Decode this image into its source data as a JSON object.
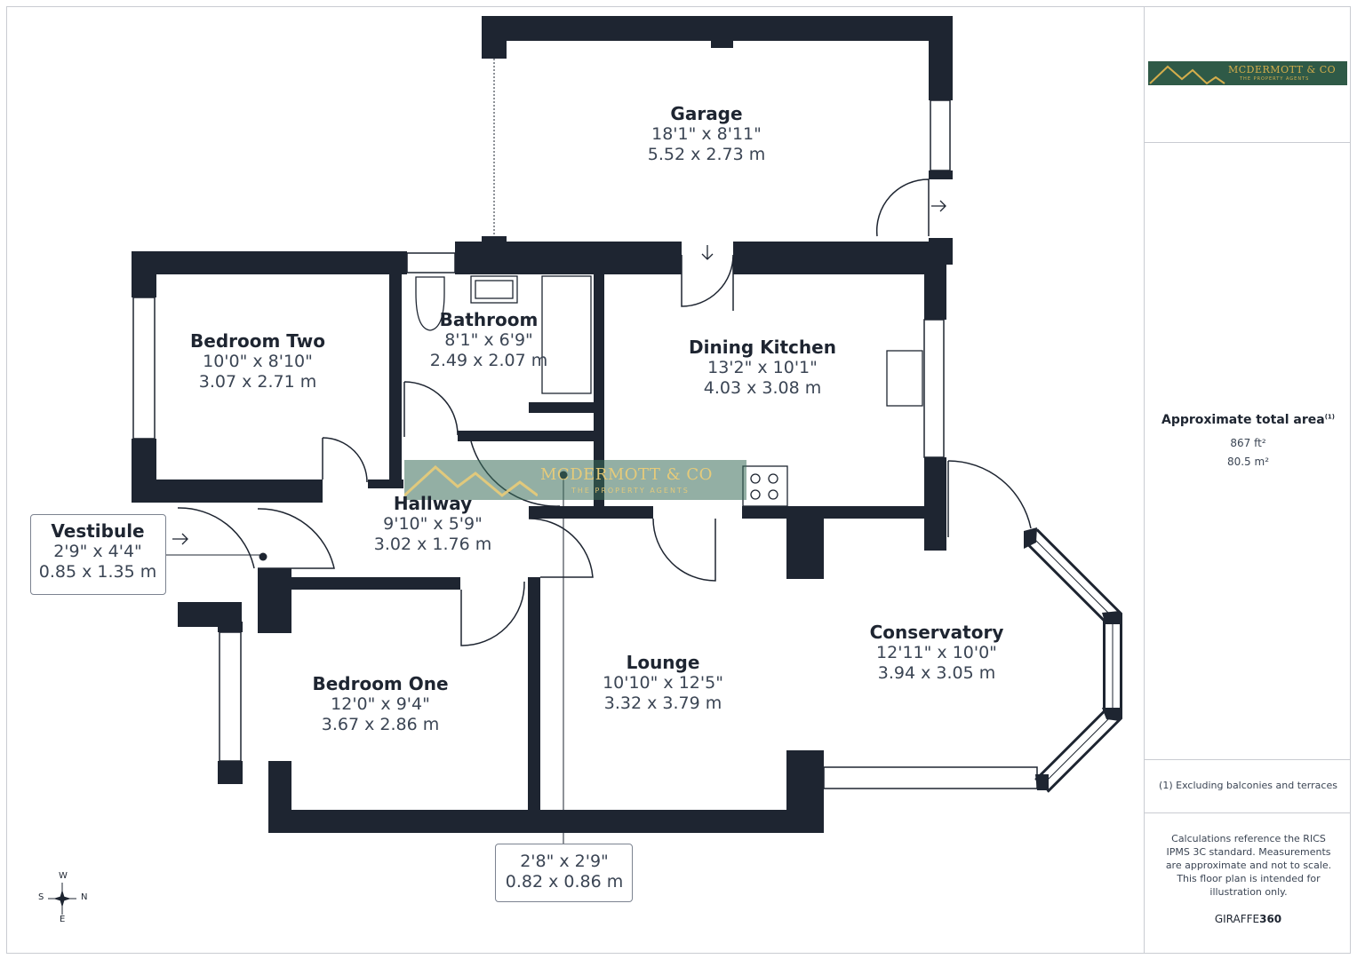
{
  "rooms": {
    "garage": {
      "name": "Garage",
      "imperial": "18'1\" x 8'11\"",
      "metric": "5.52 x 2.73 m"
    },
    "bedroom_two": {
      "name": "Bedroom Two",
      "imperial": "10'0\" x 8'10\"",
      "metric": "3.07 x 2.71 m"
    },
    "bathroom": {
      "name": "Bathroom",
      "imperial": "8'1\" x 6'9\"",
      "metric": "2.49 x 2.07 m"
    },
    "dining_kitchen": {
      "name": "Dining Kitchen",
      "imperial": "13'2\" x 10'1\"",
      "metric": "4.03 x 3.08 m"
    },
    "hallway": {
      "name": "Hallway",
      "imperial": "9'10\" x 5'9\"",
      "metric": "3.02 x 1.76 m"
    },
    "vestibule": {
      "name": "Vestibule",
      "imperial": "2'9\" x 4'4\"",
      "metric": "0.85 x 1.35 m"
    },
    "conservatory": {
      "name": "Conservatory",
      "imperial": "12'11\" x 10'0\"",
      "metric": "3.94 x 3.05 m"
    },
    "lounge": {
      "name": "Lounge",
      "imperial": "10'10\" x 12'5\"",
      "metric": "3.32 x 3.79 m"
    },
    "bedroom_one": {
      "name": "Bedroom One",
      "imperial": "12'0\" x 9'4\"",
      "metric": "3.67 x 2.86 m"
    },
    "cupboard": {
      "imperial": "2'8\" x 2'9\"",
      "metric": "0.82 x 0.86 m"
    }
  },
  "logo": {
    "name": "MCDERMOTT & CO",
    "tagline": "THE PROPERTY AGENTS"
  },
  "watermark": {
    "name": "MCDERMOTT & CO",
    "tagline": "THE PROPERTY AGENTS"
  },
  "area": {
    "title": "Approximate total area",
    "note_marker": "(1)",
    "sqft": "867 ft²",
    "sqm": "80.5 m²"
  },
  "footnote": "(1) Excluding balconies and terraces",
  "disclaimer": "Calculations reference the RICS IPMS 3C standard. Measurements are approximate and not to scale. This floor plan is intended for illustration only.",
  "brand": {
    "prefix": "GIRAFFE",
    "suffix": "360"
  },
  "compass": {
    "n": "N",
    "s": "S",
    "e": "E",
    "w": "W"
  },
  "colors": {
    "wall": "#1e2531",
    "brand_green": "#2f5a47",
    "brand_gold": "#d4ae4c"
  }
}
